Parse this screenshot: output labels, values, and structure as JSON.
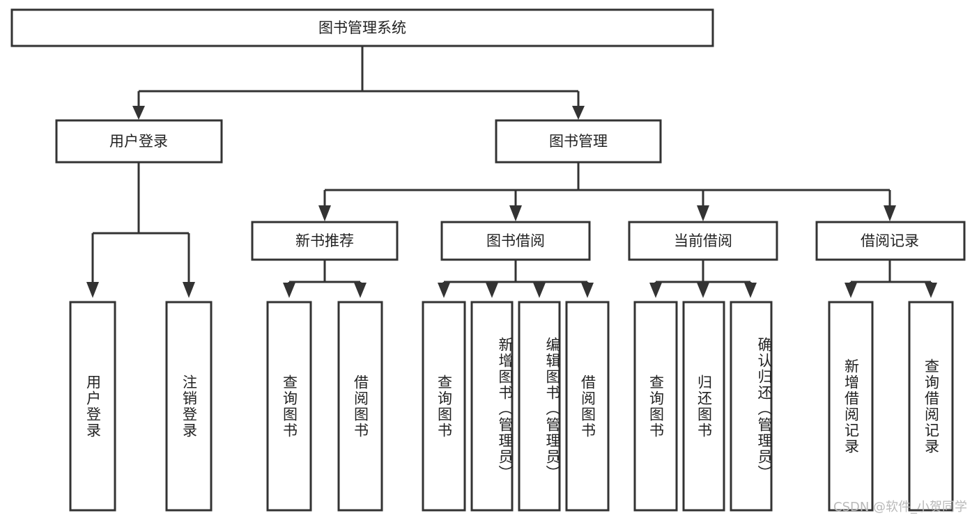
{
  "diagram": {
    "title": "图书管理系统",
    "type": "tree-structure-chart",
    "background_color": "#ffffff",
    "line_color": "#333333",
    "box_fill": "#ffffff",
    "root": {
      "label": "图书管理系统",
      "id": "root"
    },
    "level2": [
      {
        "id": "user-login",
        "label": "用户登录"
      },
      {
        "id": "book-manage",
        "label": "图书管理"
      }
    ],
    "level3": [
      {
        "id": "new-book-recommend",
        "label": "新书推荐",
        "parent": "book-manage"
      },
      {
        "id": "book-borrow",
        "label": "图书借阅",
        "parent": "book-manage"
      },
      {
        "id": "current-borrow",
        "label": "当前借阅",
        "parent": "book-manage"
      },
      {
        "id": "borrow-record",
        "label": "借阅记录",
        "parent": "book-manage"
      }
    ],
    "leaves": [
      {
        "id": "leaf-user-login",
        "label": "用户登录",
        "parent": "user-login"
      },
      {
        "id": "leaf-logout-login",
        "label": "注销登录",
        "parent": "user-login"
      },
      {
        "id": "leaf-query-book-1",
        "label": "查询图书",
        "parent": "new-book-recommend"
      },
      {
        "id": "leaf-borrow-book-1",
        "label": "借阅图书",
        "parent": "new-book-recommend"
      },
      {
        "id": "leaf-query-book-2",
        "label": "查询图书",
        "parent": "book-borrow"
      },
      {
        "id": "leaf-add-book",
        "label": "新增图书（管理员）",
        "parent": "book-borrow"
      },
      {
        "id": "leaf-edit-book",
        "label": "编辑图书（管理员）",
        "parent": "book-borrow"
      },
      {
        "id": "leaf-borrow-book-2",
        "label": "借阅图书",
        "parent": "book-borrow"
      },
      {
        "id": "leaf-query-book-3",
        "label": "查询图书",
        "parent": "current-borrow"
      },
      {
        "id": "leaf-return-book",
        "label": "归还图书",
        "parent": "current-borrow"
      },
      {
        "id": "leaf-confirm-return",
        "label": "确认归还（管理员）",
        "parent": "current-borrow"
      },
      {
        "id": "leaf-add-record",
        "label": "新增借阅记录",
        "parent": "borrow-record"
      },
      {
        "id": "leaf-query-record",
        "label": "查询借阅记录",
        "parent": "borrow-record"
      }
    ],
    "watermark": "CSDN @软件_小贺同学"
  }
}
